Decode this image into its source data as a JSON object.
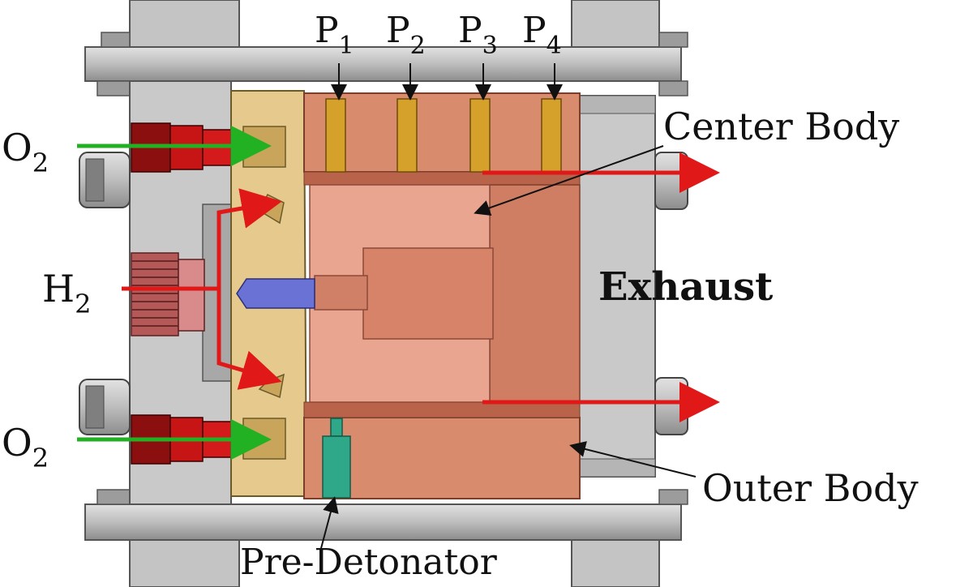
{
  "diagram": {
    "labels": {
      "o2_top": {
        "main": "O",
        "sub": "2"
      },
      "o2_bottom": {
        "main": "O",
        "sub": "2"
      },
      "h2": {
        "main": "H",
        "sub": "2"
      },
      "p1": {
        "main": "P",
        "sub": "1"
      },
      "p2": {
        "main": "P",
        "sub": "2"
      },
      "p3": {
        "main": "P",
        "sub": "3"
      },
      "p4": {
        "main": "P",
        "sub": "4"
      },
      "center_body": "Center Body",
      "exhaust": "Exhaust",
      "outer_body": "Outer Body",
      "pre_detonator": "Pre-Detonator"
    },
    "colors": {
      "frame_gray": "#bfbfbf",
      "frame_dark": "#8a8a8a",
      "injector_tan": "#e6c98c",
      "outer_body": "#d98b6e",
      "center_body": "#eaa591",
      "sensor_gold": "#d6a12b",
      "fuel_red": "#d11f1f",
      "oxidizer_green": "#2cb52c",
      "detonator_teal": "#2fa889",
      "h2_pin_blue": "#6a72d6"
    }
  }
}
